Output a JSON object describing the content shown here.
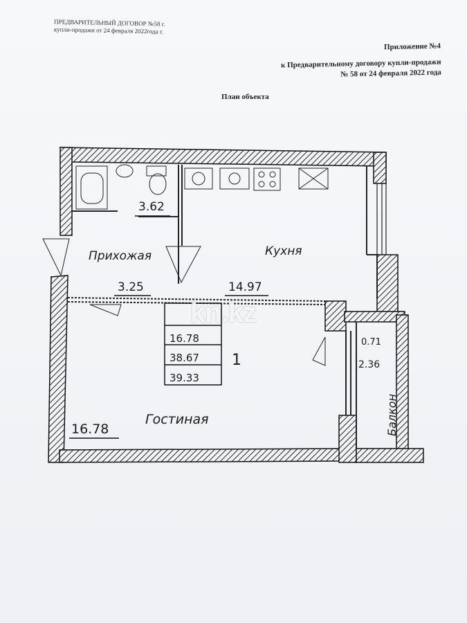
{
  "header_left": {
    "line1": "ПРЕДВАРИТЕЛЬНЫЙ ДОГОВОР №58 г.",
    "line2": "купли-продажи от 24 февраля 2022года г."
  },
  "header_right": {
    "appendix": "Приложение №4",
    "line1": "к Предварительному договору купли-продажи",
    "line2": "№ 58 от 24 февраля 2022 года"
  },
  "plan_title": "План объекта",
  "rooms": {
    "bath_area": "3.62",
    "hall_name": "Прихожая",
    "hall_area": "3.25",
    "kitchen_name": "Кухня",
    "kitchen_area": "14.97",
    "living_name": "Гостиная",
    "living_area": "16.78",
    "balcony_name": "Балкон",
    "balcony_area1": "0.71",
    "balcony_area2": "2.36"
  },
  "summary": {
    "living": "16.78",
    "total": "38.67",
    "total_with_balcony": "39.33",
    "apartment_number": "1"
  },
  "watermark": "kn.kz"
}
